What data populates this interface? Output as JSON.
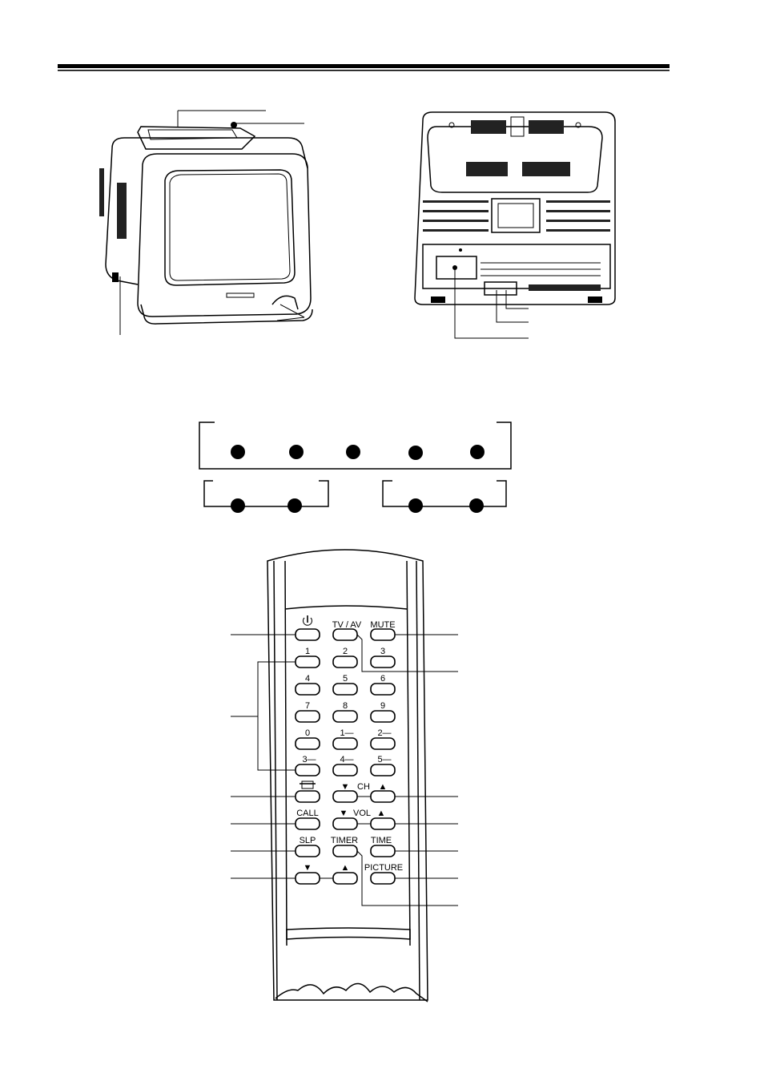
{
  "remote": {
    "power_icon": "power-icon",
    "tv_av": "TV / AV",
    "mute": "MUTE",
    "digits": [
      "1",
      "2",
      "3",
      "4",
      "5",
      "6",
      "7",
      "8",
      "9",
      "0",
      "1—",
      "2—",
      "3—",
      "4—",
      "5—"
    ],
    "return_icon": "return-icon",
    "ch": "CH",
    "call": "CALL",
    "vol": "VOL",
    "slp": "SLP",
    "timer": "TIMER",
    "time": "TIME",
    "picture": "PICTURE",
    "arrow_down": "▼",
    "arrow_up": "▲"
  },
  "colors": {
    "ink": "#000000",
    "paper": "#ffffff",
    "hatch": "#222222"
  }
}
